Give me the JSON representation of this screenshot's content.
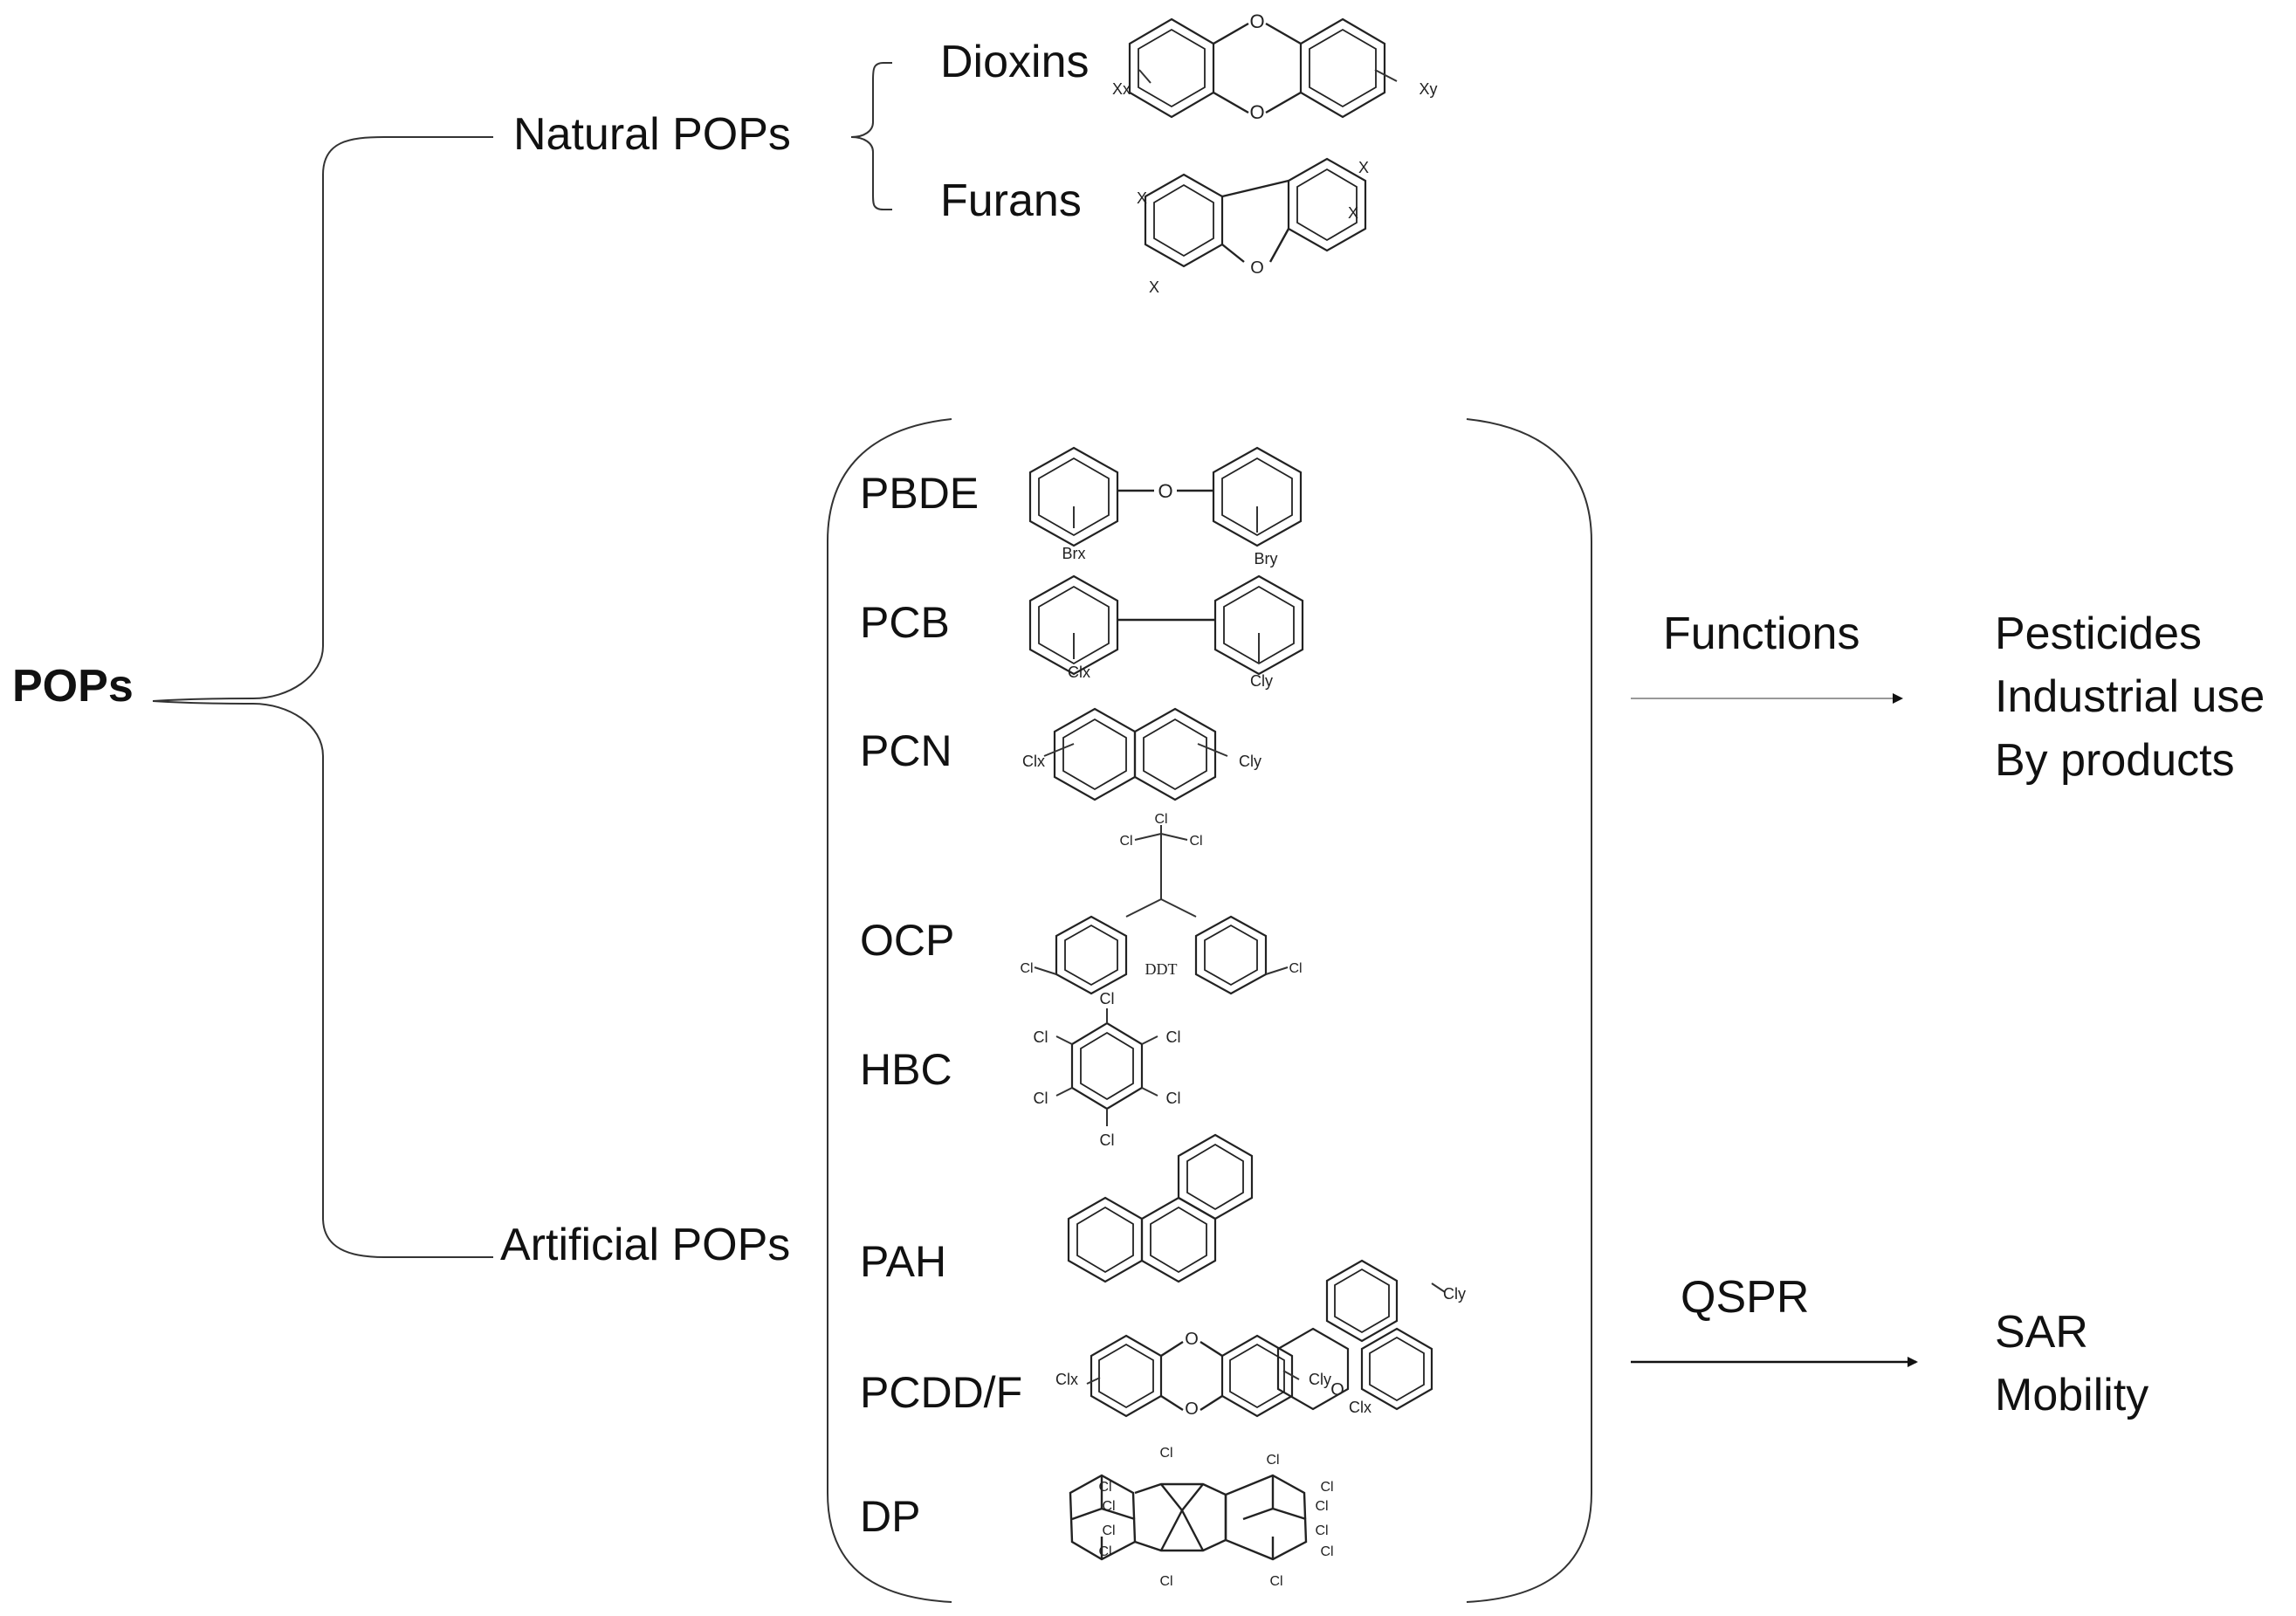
{
  "root": "POPs",
  "natural": {
    "label": "Natural POPs",
    "items": [
      "Dioxins",
      "Furans"
    ],
    "dioxin_sub": [
      "Xx",
      "Xy"
    ],
    "furan_sub": "X"
  },
  "artificial": {
    "label": "Artificial POPs",
    "classes": [
      "PBDE",
      "PCB",
      "PCN",
      "OCP",
      "HBC",
      "PAH",
      "PCDD/F",
      "DP"
    ],
    "ddt_label": "DDT"
  },
  "atoms": {
    "oxygen": "O",
    "chlorine": "Cl",
    "br_x": "Brx",
    "br_y": "Bry",
    "cl_x": "Clx",
    "cl_y": "Cly"
  },
  "functions": {
    "label": "Functions",
    "outcomes": [
      "Pesticides",
      "Industrial use",
      "By products"
    ]
  },
  "qspr": {
    "label": "QSPR",
    "outcomes": [
      "SAR",
      "Mobility"
    ]
  }
}
